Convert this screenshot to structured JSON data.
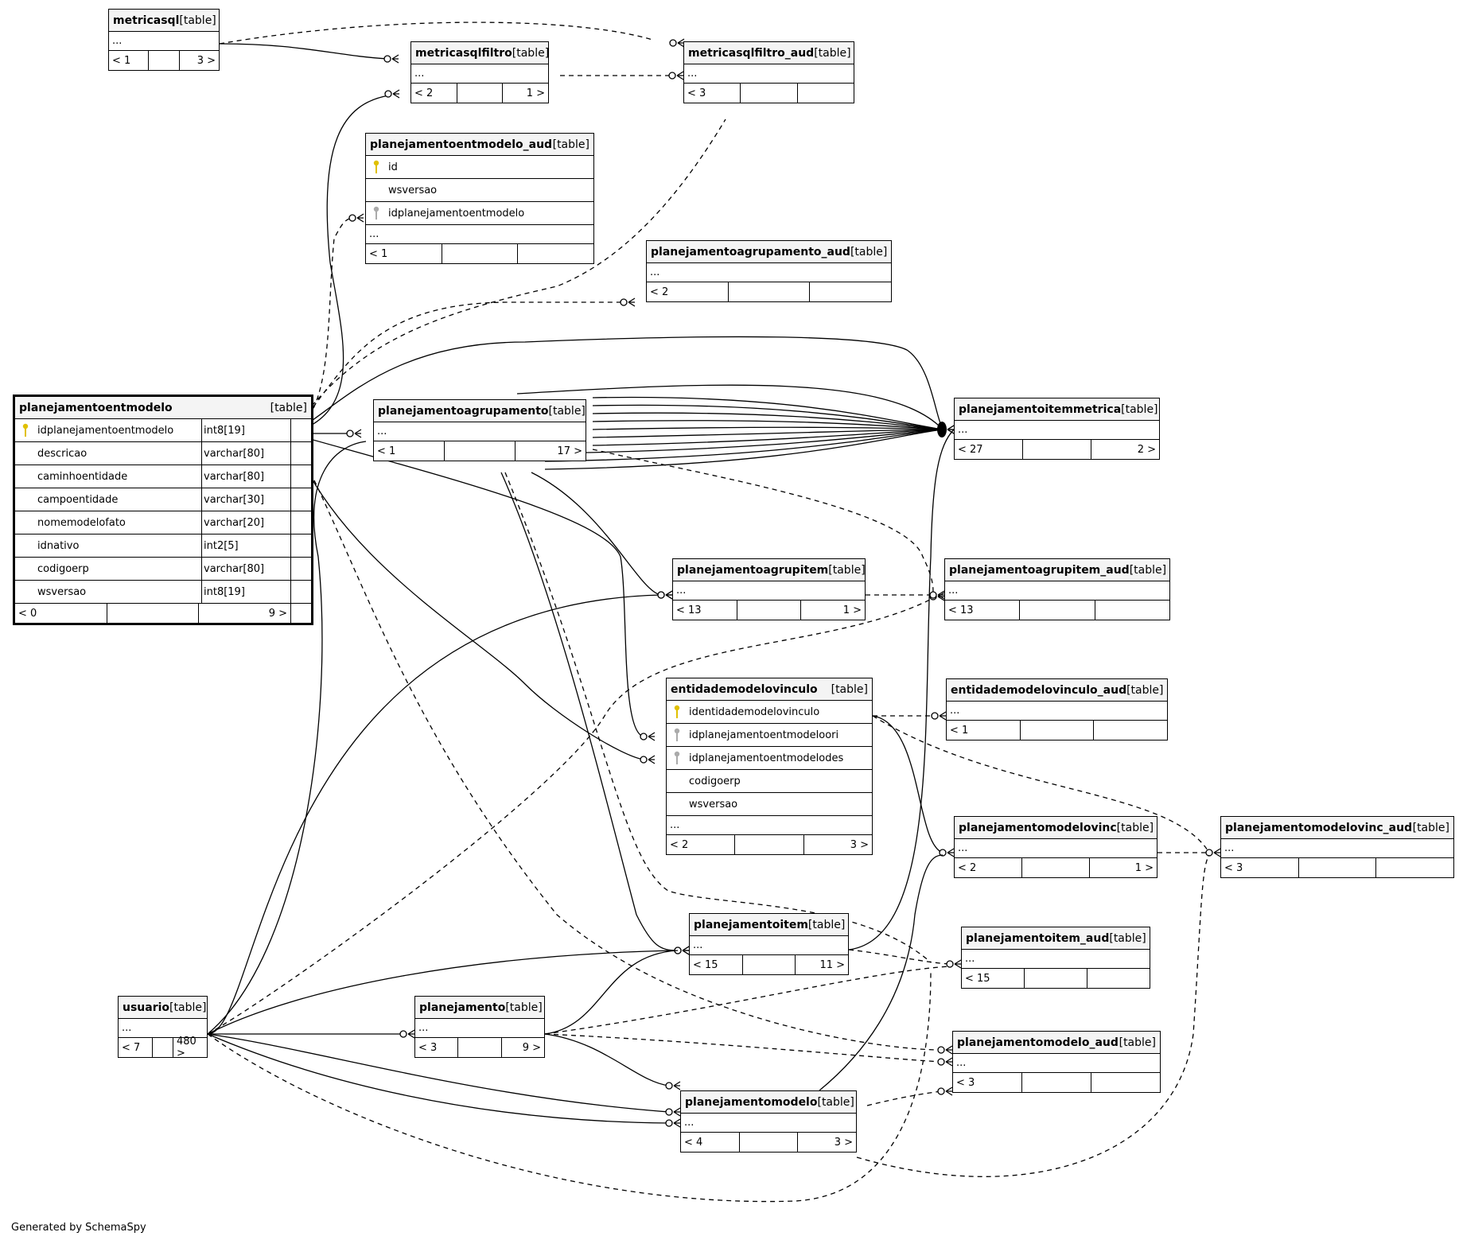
{
  "tables": {
    "metricasql": {
      "name": "metricasql",
      "type": "[table]",
      "ellipsis": "...",
      "footer": [
        "< 1",
        "",
        "3 >"
      ]
    },
    "metricasqlfiltro": {
      "name": "metricasqlfiltro",
      "type": "[table]",
      "ellipsis": "...",
      "footer": [
        "< 2",
        "",
        "1 >"
      ]
    },
    "metricasqlfiltro_aud": {
      "name": "metricasqlfiltro_aud",
      "type": "[table]",
      "ellipsis": "...",
      "footer": [
        "< 3",
        "",
        ""
      ]
    },
    "planejamentoentmodelo_aud": {
      "name": "planejamentoentmodelo_aud",
      "type": "[table]",
      "columns": [
        {
          "name": "id",
          "key": "pk"
        },
        {
          "name": "wsversao",
          "key": ""
        },
        {
          "name": "idplanejamentoentmodelo",
          "key": "fk"
        }
      ],
      "ellipsis": "...",
      "footer": [
        "< 1",
        "",
        ""
      ]
    },
    "planejamentoagrupamento_aud": {
      "name": "planejamentoagrupamento_aud",
      "type": "[table]",
      "ellipsis": "...",
      "footer": [
        "< 2",
        "",
        ""
      ]
    },
    "planejamentoentmodelo": {
      "name": "planejamentoentmodelo",
      "type": "[table]",
      "columns": [
        {
          "name": "idplanejamentoentmodelo",
          "type": "int8[19]",
          "key": "pk"
        },
        {
          "name": "descricao",
          "type": "varchar[80]",
          "key": ""
        },
        {
          "name": "caminhoentidade",
          "type": "varchar[80]",
          "key": ""
        },
        {
          "name": "campoentidade",
          "type": "varchar[30]",
          "key": ""
        },
        {
          "name": "nomemodelofato",
          "type": "varchar[20]",
          "key": ""
        },
        {
          "name": "idnativo",
          "type": "int2[5]",
          "key": ""
        },
        {
          "name": "codigoerp",
          "type": "varchar[80]",
          "key": ""
        },
        {
          "name": "wsversao",
          "type": "int8[19]",
          "key": ""
        }
      ],
      "footer": [
        "< 0",
        "",
        "9 >"
      ]
    },
    "planejamentoagrupamento": {
      "name": "planejamentoagrupamento",
      "type": "[table]",
      "ellipsis": "...",
      "footer": [
        "< 1",
        "",
        "17 >"
      ]
    },
    "planejamentoitemmetrica": {
      "name": "planejamentoitemmetrica",
      "type": "[table]",
      "ellipsis": "...",
      "footer": [
        "< 27",
        "",
        "2 >"
      ]
    },
    "planejamentoagrupitem": {
      "name": "planejamentoagrupitem",
      "type": "[table]",
      "ellipsis": "...",
      "footer": [
        "< 13",
        "",
        "1 >"
      ]
    },
    "planejamentoagrupitem_aud": {
      "name": "planejamentoagrupitem_aud",
      "type": "[table]",
      "ellipsis": "...",
      "footer": [
        "< 13",
        "",
        ""
      ]
    },
    "entidademodelovinculo": {
      "name": "entidademodelovinculo",
      "type": "[table]",
      "columns": [
        {
          "name": "identidademodelovinculo",
          "key": "pk"
        },
        {
          "name": "idplanejamentoentmodeloori",
          "key": "fk"
        },
        {
          "name": "idplanejamentoentmodelodes",
          "key": "fk"
        },
        {
          "name": "codigoerp",
          "key": ""
        },
        {
          "name": "wsversao",
          "key": ""
        }
      ],
      "ellipsis": "...",
      "footer": [
        "< 2",
        "",
        "3 >"
      ]
    },
    "entidademodelovinculo_aud": {
      "name": "entidademodelovinculo_aud",
      "type": "[table]",
      "ellipsis": "...",
      "footer": [
        "< 1",
        "",
        ""
      ]
    },
    "planejamentomodelovinc": {
      "name": "planejamentomodelovinc",
      "type": "[table]",
      "ellipsis": "...",
      "footer": [
        "< 2",
        "",
        "1 >"
      ]
    },
    "planejamentomodelovinc_aud": {
      "name": "planejamentomodelovinc_aud",
      "type": "[table]",
      "ellipsis": "...",
      "footer": [
        "< 3",
        "",
        ""
      ]
    },
    "planejamentoitem": {
      "name": "planejamentoitem",
      "type": "[table]",
      "ellipsis": "...",
      "footer": [
        "< 15",
        "",
        "11 >"
      ]
    },
    "planejamentoitem_aud": {
      "name": "planejamentoitem_aud",
      "type": "[table]",
      "ellipsis": "...",
      "footer": [
        "< 15",
        "",
        ""
      ]
    },
    "usuario": {
      "name": "usuario",
      "type": "[table]",
      "ellipsis": "...",
      "footer": [
        "< 7",
        "",
        "480 >"
      ]
    },
    "planejamento": {
      "name": "planejamento",
      "type": "[table]",
      "ellipsis": "...",
      "footer": [
        "< 3",
        "",
        "9 >"
      ]
    },
    "planejamentomodelo_aud": {
      "name": "planejamentomodelo_aud",
      "type": "[table]",
      "ellipsis": "...",
      "footer": [
        "< 3",
        "",
        ""
      ]
    },
    "planejamentomodelo": {
      "name": "planejamentomodelo",
      "type": "[table]",
      "ellipsis": "...",
      "footer": [
        "< 4",
        "",
        "3 >"
      ]
    }
  },
  "credit": "Generated by SchemaSpy",
  "colors": {
    "pk_key": "#e0c000",
    "fk_key": "#aaaaaa",
    "line": "#000000",
    "header_bg": "#f4f4f4"
  }
}
